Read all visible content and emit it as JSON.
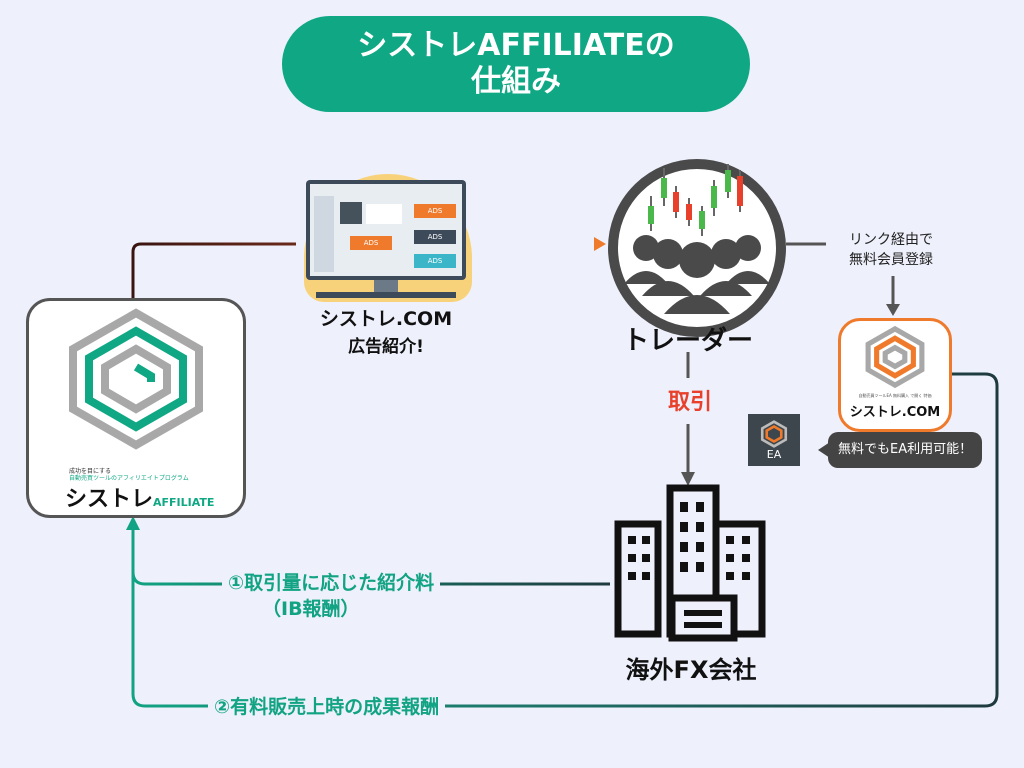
{
  "title": {
    "line1": "シストレAFFILIATEの",
    "line2": "仕組み"
  },
  "ad_monitor": {
    "ads": [
      "ADS",
      "ADS",
      "ADS",
      "ADS"
    ],
    "caption_line1": "シストレ.COM",
    "caption_line2": "広告紹介!"
  },
  "traders": {
    "label": "トレーダー"
  },
  "trade_label": "取引",
  "broker": {
    "label": "海外FX会社"
  },
  "link_note": {
    "line1": "リンク経由で",
    "line2": "無料会員登録"
  },
  "logo_affiliate": {
    "tag_line1": "成功を目にする",
    "tag_line2": "自動売買ツールのアフィリエイトプログラム",
    "brand": "シストレ",
    "suffix": "AFFILIATE"
  },
  "logo_com": {
    "tag": "自動売買ツールEA 無料購入 で開く 特価",
    "brand": "シストレ.COM"
  },
  "ea_box": {
    "label": "EA"
  },
  "free_ea_bubble": "無料でもEA利用可能！",
  "reward1": {
    "line1": "①取引量に応じた紹介料",
    "line2": "（IB報酬）"
  },
  "reward2": "②有料販売上時の成果報酬",
  "colors": {
    "green": "#10a884",
    "orange": "#ef7a2b",
    "dark_teal": "#1f3a3f",
    "red": "#e8402a",
    "dark_brown": "#3a1410"
  }
}
